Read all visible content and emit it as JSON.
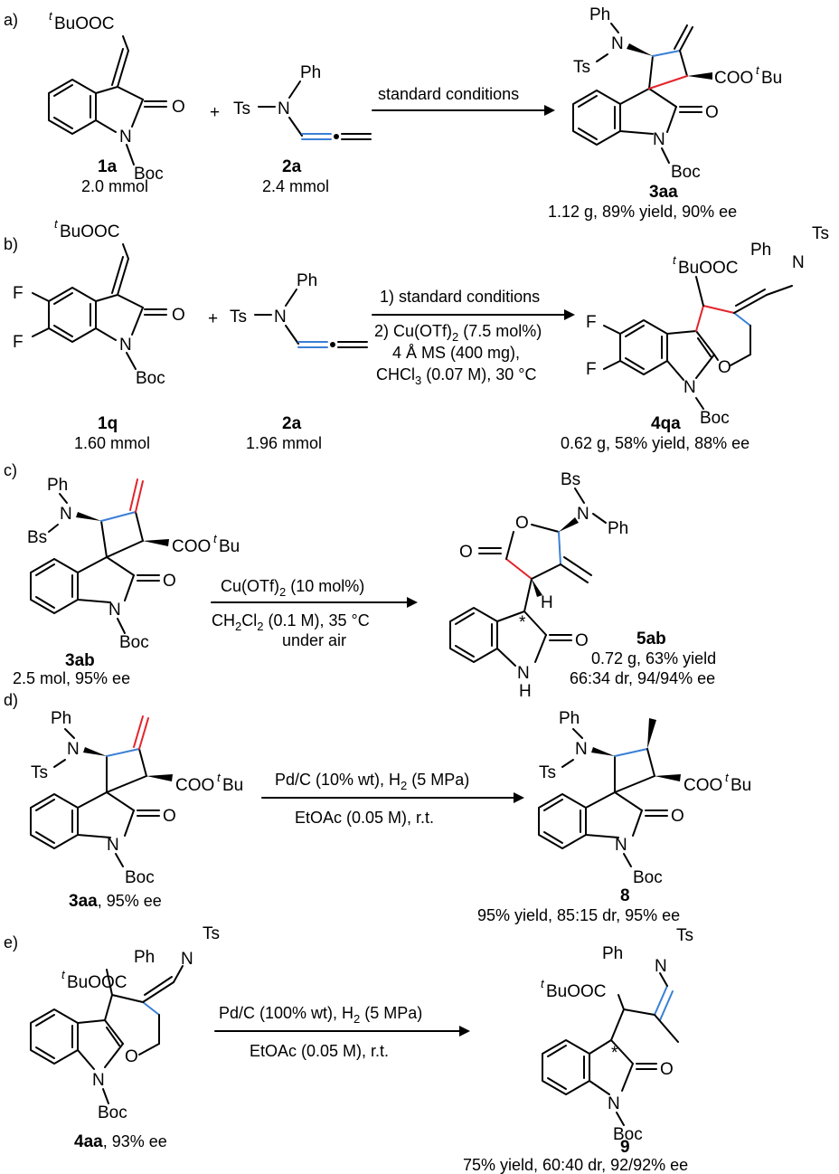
{
  "colors": {
    "new_bond_red": "#e3242b",
    "new_bond_blue": "#3a7fd5",
    "ink": "#000000"
  },
  "panels": [
    {
      "label": "a)",
      "conditions_above": [
        "standard conditions"
      ],
      "conditions_below": [],
      "reactants": [
        {
          "id": "1a",
          "amount": "2.0 mmol"
        },
        {
          "id": "2a",
          "amount": "2.4 mmol"
        }
      ],
      "product": {
        "id": "3aa",
        "result": "1.12 g, 89% yield, 90% ee"
      }
    },
    {
      "label": "b)",
      "conditions_above": [
        "1) standard conditions"
      ],
      "conditions_below": [
        "2) Cu(OTf)",
        "2",
        " (7.5 mol%)",
        "4 Å MS (400 mg),",
        "CHCl",
        "3",
        " (0.07 M), 30 °C"
      ],
      "reactants": [
        {
          "id": "1q",
          "amount": "1.60 mmol"
        },
        {
          "id": "2a",
          "amount": "1.96 mmol"
        }
      ],
      "product": {
        "id": "4qa",
        "result": "0.62 g, 58% yield, 88% ee"
      }
    },
    {
      "label": "c)",
      "conditions_above": [
        "Cu(OTf)",
        "2",
        " (10 mol%)"
      ],
      "conditions_below": [
        "CH",
        "2",
        "Cl",
        "2",
        " (0.1 M), 35 °C",
        "under air"
      ],
      "reactants": [
        {
          "id": "3ab",
          "amount": "2.5 mol, 95% ee"
        }
      ],
      "product": {
        "id": "5ab",
        "result": [
          "0.72 g, 63% yield",
          "66:34 dr, 94/94% ee"
        ]
      }
    },
    {
      "label": "d)",
      "conditions_above": [
        "Pd/C (10% wt), H",
        "2",
        " (5 MPa)"
      ],
      "conditions_below": [
        "EtOAc (0.05 M), r.t."
      ],
      "reactants": [
        {
          "id": "3aa",
          "amount": ", 95% ee"
        }
      ],
      "product": {
        "id": "8",
        "result": "95% yield, 85:15 dr, 95% ee"
      }
    },
    {
      "label": "e)",
      "conditions_above": [
        "Pd/C (100% wt), H",
        "2",
        " (5 MPa)"
      ],
      "conditions_below": [
        "EtOAc (0.05 M), r.t."
      ],
      "reactants": [
        {
          "id": "4aa",
          "amount": ", 93% ee"
        }
      ],
      "product": {
        "id": "9",
        "result": "75% yield, 60:40 dr, 92/92% ee"
      }
    }
  ],
  "atoms": {
    "tbu_t": "t",
    "ooc": "BuOOC",
    "coo": "COO",
    "bu": "Bu",
    "O": "O",
    "N": "N",
    "H": "H",
    "F": "F",
    "Boc": "Boc",
    "Ph": "Ph",
    "Ts": "Ts",
    "Bs": "Bs",
    "plus": "+",
    "star": "*"
  }
}
